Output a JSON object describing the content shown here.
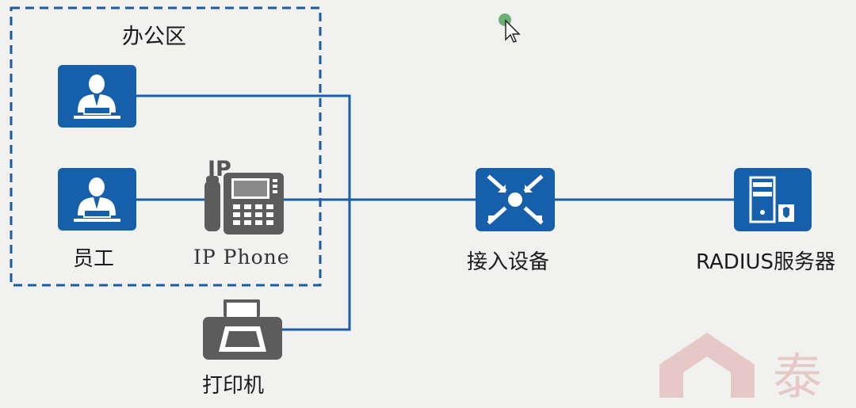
{
  "zone": {
    "title": "办公区"
  },
  "nodes": {
    "employee": "员工",
    "ip_phone": "IP Phone",
    "ip_mark": "IP",
    "access_device": "接入设备",
    "radius_server": "RADIUS服务器",
    "printer": "打印机"
  },
  "watermark": "泰",
  "colors": {
    "brand_blue": "#1660ab",
    "line_blue": "#1b5ea8",
    "zone_border": "#1d5aa0",
    "background": "#f1f1f0"
  }
}
